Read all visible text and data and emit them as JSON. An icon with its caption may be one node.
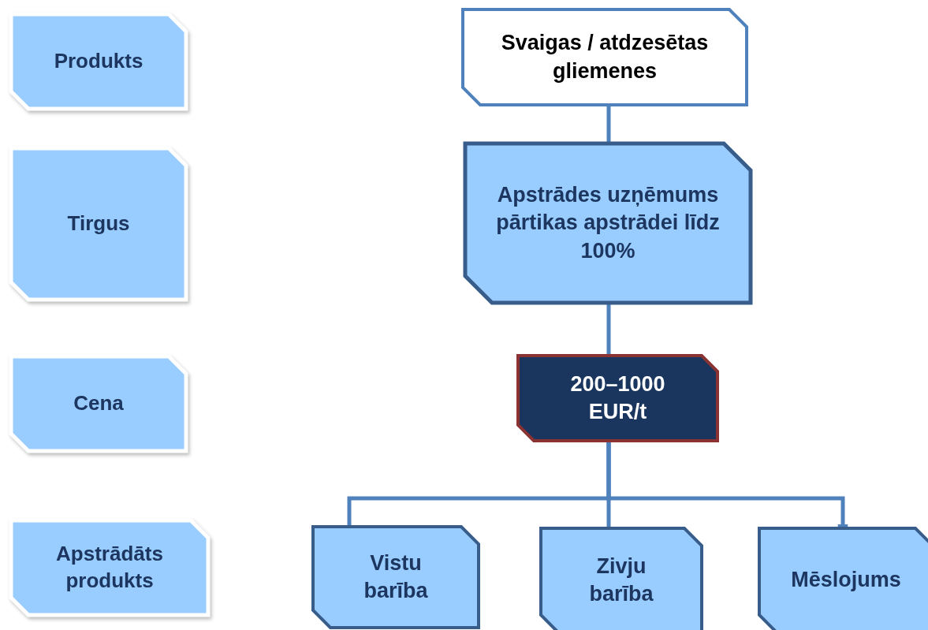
{
  "diagram": {
    "nodes": [
      {
        "text": [
          "Produkts"
        ]
      },
      {
        "text": [
          "Tirgus"
        ]
      },
      {
        "text": [
          "Cena"
        ]
      },
      {
        "text": [
          "Apstrādāts produkts"
        ]
      },
      {
        "text": [
          "Svaigas / atdzesētas gliemenes"
        ]
      },
      {
        "text": [
          "Apstrādes uzņēmums pārtikas apstrādei līdz 100%"
        ]
      },
      {
        "text": [
          "200–1000 EUR/t"
        ]
      },
      {
        "text": [
          "Vistu barība"
        ]
      },
      {
        "text": [
          "Zivju barība"
        ]
      },
      {
        "text": [
          "Mēslojums"
        ]
      }
    ],
    "edges": [
      {
        "from": 4,
        "to": 5,
        "arrow": "none"
      },
      {
        "from": 5,
        "to": 6,
        "arrow": "none"
      },
      {
        "from": 6,
        "to": 7,
        "arrow": "none"
      },
      {
        "from": 6,
        "to": 8,
        "arrow": "none"
      },
      {
        "from": 6,
        "to": 9,
        "arrow": "other"
      }
    ]
  }
}
